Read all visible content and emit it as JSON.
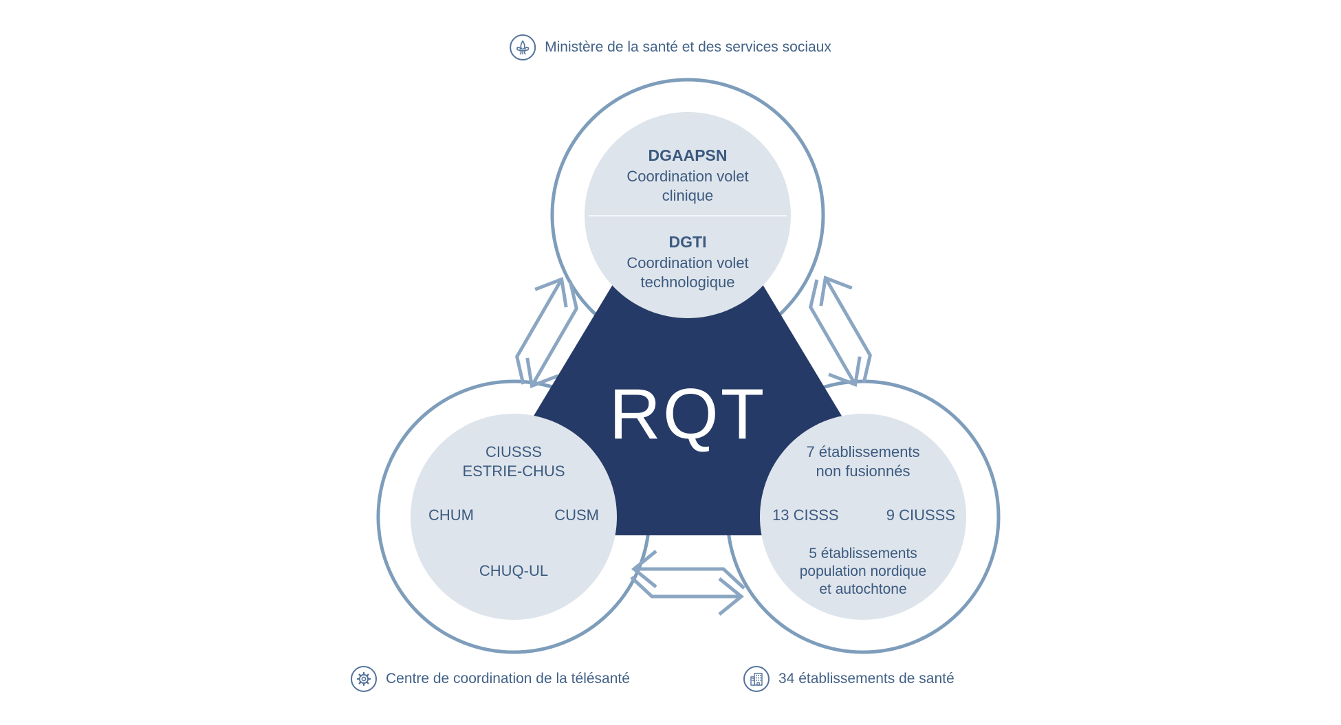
{
  "colors": {
    "navy": "#253a66",
    "circle_fill": "#dee4eb",
    "ring": "#7e9dbb",
    "arrow": "#8ba6c2",
    "text": "#3b5a80",
    "label_text": "#426186",
    "icon": "#53729a",
    "center_text": "#ffffff"
  },
  "center": {
    "title": "RQT"
  },
  "top_circle": {
    "dgaapsn_title": "DGAAPSN",
    "dgaapsn_sub": "Coordination volet\nclinique",
    "dgti_title": "DGTI",
    "dgti_sub": "Coordination volet\ntechnologique"
  },
  "left_circle": {
    "ciusss": "CIUSSS\nESTRIE-CHUS",
    "chum": "CHUM",
    "cusm": "CUSM",
    "chuq": "CHUQ-UL"
  },
  "right_circle": {
    "non_fusionnes": "7 établissements\nnon fusionnés",
    "cisss": "13 CISSS",
    "ciusss": "9 CIUSSS",
    "nordique": "5 établissements\npopulation nordique\net autochtone"
  },
  "labels": {
    "ministry": "Ministère de la santé et des services sociaux",
    "coordination": "Centre de coordination de la télésanté",
    "etablissements": "34 établissements de santé"
  },
  "icons": {
    "ministry": "fleur-de-lis-icon",
    "coordination": "gear-icon",
    "etablissements": "hospital-building-icon"
  }
}
